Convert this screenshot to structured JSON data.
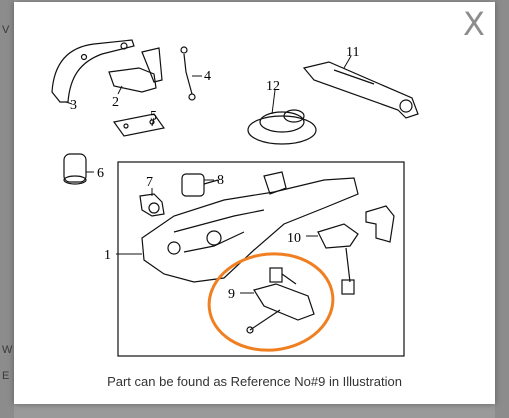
{
  "modal": {
    "close_label": "X",
    "caption": "Part can be found as Reference No#9 in Illustration",
    "highlight_color": "#f07f22"
  },
  "illustration": {
    "callouts": [
      "1",
      "2",
      "3",
      "4",
      "5",
      "6",
      "7",
      "8",
      "9",
      "10",
      "11",
      "12"
    ]
  },
  "background": {
    "fragments": [
      "V",
      "W",
      "E"
    ]
  }
}
